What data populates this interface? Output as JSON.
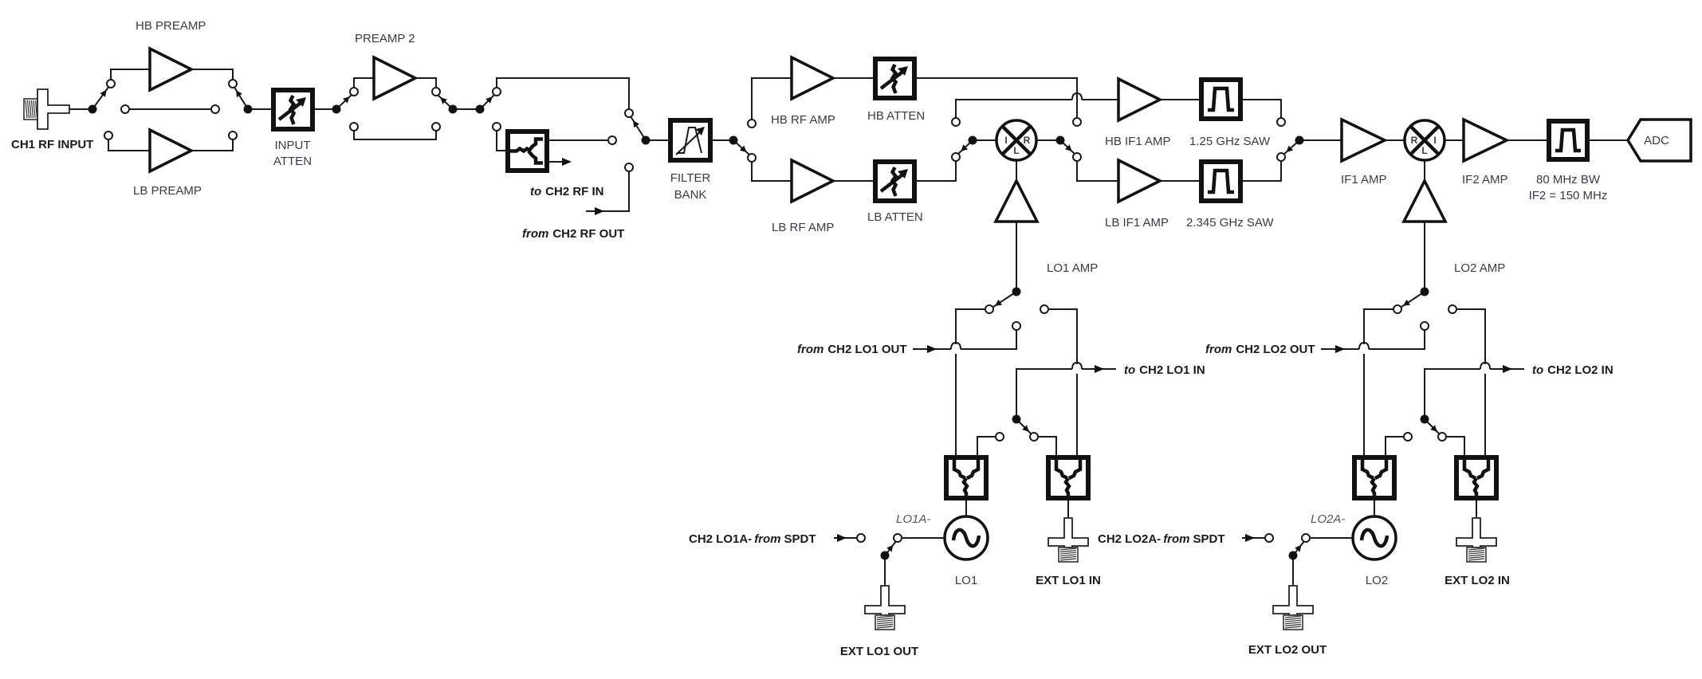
{
  "diagram": {
    "title": "CH1 RF receiver signal chain block diagram",
    "labels": {
      "ch1_rf_input": "CH1 RF INPUT",
      "hb_preamp": "HB PREAMP",
      "lb_preamp": "LB PREAMP",
      "input_atten_1": "INPUT",
      "input_atten_2": "ATTEN",
      "preamp2": "PREAMP 2",
      "to_ch2_rf_in_pre": "to",
      "to_ch2_rf_in": "CH2 RF IN",
      "from_ch2_rf_out_pre": "from",
      "from_ch2_rf_out": "CH2 RF OUT",
      "filter_bank_1": "FILTER",
      "filter_bank_2": "BANK",
      "hb_rf_amp": "HB RF AMP",
      "hb_atten": "HB ATTEN",
      "lb_rf_amp": "LB RF AMP",
      "lb_atten": "LB ATTEN",
      "hb_if1_amp": "HB IF1 AMP",
      "saw_hb": "1.25 GHz SAW",
      "lb_if1_amp": "LB IF1 AMP",
      "saw_lb": "2.345 GHz SAW",
      "if1_amp": "IF1 AMP",
      "if2_amp": "IF2 AMP",
      "bw_1": "80 MHz BW",
      "bw_2": "IF2 = 150 MHz",
      "adc": "ADC",
      "lo1_amp": "LO1 AMP",
      "lo2_amp": "LO2 AMP",
      "from_ch2_lo1_out_pre": "from",
      "from_ch2_lo1_out": "CH2 LO1 OUT",
      "to_ch2_lo1_in_pre": "to",
      "to_ch2_lo1_in": "CH2 LO1 IN",
      "from_ch2_lo2_out_pre": "from",
      "from_ch2_lo2_out": "CH2 LO2 OUT",
      "to_ch2_lo2_in_pre": "to",
      "to_ch2_lo2_in": "CH2 LO2 IN",
      "ch2_lo1a_a": "CH2 LO1A-",
      "ch2_lo1a_from": "from",
      "ch2_lo1a_b": "SPDT",
      "ch2_lo2a_a": "CH2 LO2A-",
      "ch2_lo2a_from": "from",
      "ch2_lo2a_b": "SPDT",
      "lo1a": "LO1A-",
      "lo2a": "LO2A-",
      "lo1": "LO1",
      "lo2": "LO2",
      "ext_lo1_in": "EXT LO1 IN",
      "ext_lo2_in": "EXT LO2 IN",
      "ext_lo1_out": "EXT LO1 OUT",
      "ext_lo2_out": "EXT LO2 OUT",
      "mixer1_i": "I",
      "mixer1_r": "R",
      "mixer1_l": "L",
      "mixer2_r": "R",
      "mixer2_i": "I",
      "mixer2_l": "L"
    }
  }
}
